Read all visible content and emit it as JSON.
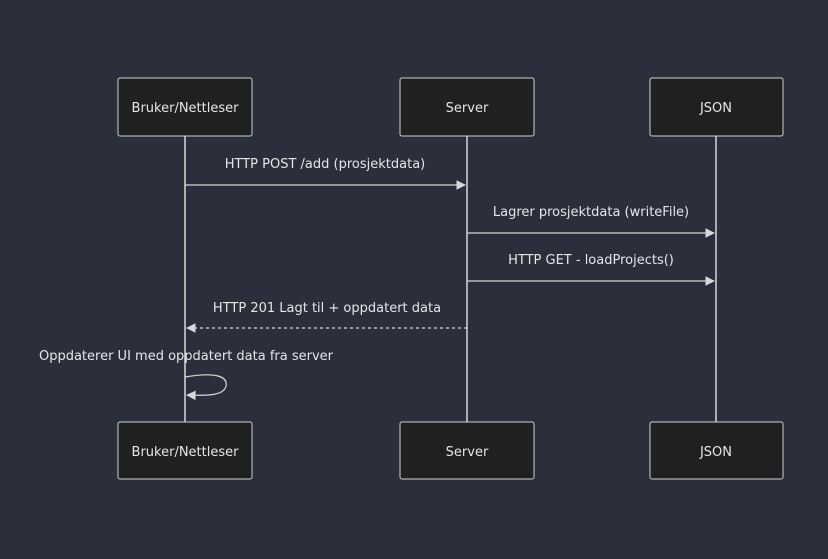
{
  "participants": [
    {
      "id": "browser",
      "label": "Bruker/Nettleser"
    },
    {
      "id": "server",
      "label": "Server"
    },
    {
      "id": "json",
      "label": "JSON"
    }
  ],
  "messages": [
    {
      "from": "browser",
      "to": "server",
      "label": "HTTP POST /add (prosjektdata)",
      "style": "solid"
    },
    {
      "from": "server",
      "to": "json",
      "label": "Lagrer prosjektdata (writeFile)",
      "style": "solid"
    },
    {
      "from": "server",
      "to": "json",
      "label": "HTTP GET - loadProjects()",
      "style": "solid"
    },
    {
      "from": "server",
      "to": "browser",
      "label": "HTTP 201 Lagt til + oppdatert data",
      "style": "dashed"
    },
    {
      "from": "browser",
      "to": "browser",
      "label": "Oppdaterer UI med oppdatert data fra server",
      "style": "solid"
    }
  ],
  "colors": {
    "background": "#2a2f3b",
    "box_fill": "#1f2020",
    "box_stroke": "#cfcfcf",
    "line": "#d8d8d8",
    "text": "#e6e6e6"
  }
}
